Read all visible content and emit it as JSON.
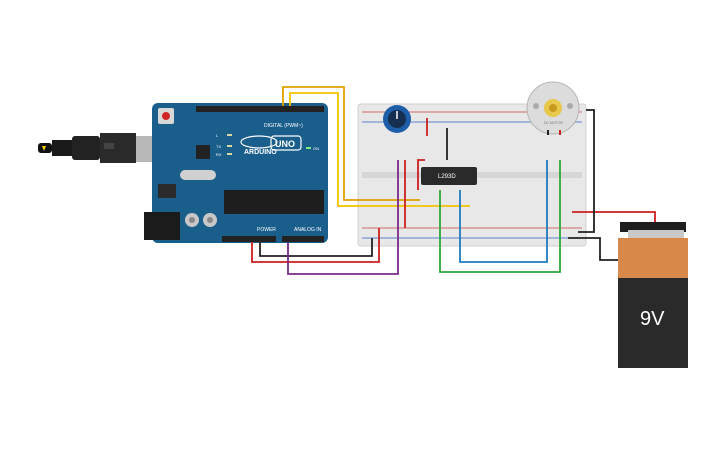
{
  "arduino": {
    "brand": "ARDUINO",
    "model": "UNO",
    "digital_header": "DIGITAL (PWM~)",
    "power_header": "POWER",
    "analog_header": "ANALOG IN",
    "led_on": "ON",
    "led_l": "L",
    "led_tx": "TX",
    "led_rx": "RX"
  },
  "driver_ic": {
    "label": "L293D"
  },
  "motor": {
    "label": "DC MOTOR"
  },
  "battery": {
    "label": "9V"
  },
  "colors": {
    "board": "#1a5e8c",
    "breadboard": "#e8e8e8",
    "wire_orange": "#e0a000",
    "wire_yellow": "#f2c300",
    "wire_red": "#cc1f1f",
    "wire_black": "#222222",
    "wire_purple": "#7a2a8a",
    "wire_blue": "#1e7bc0",
    "wire_green": "#2fa83a",
    "battery_top": "#d8894a",
    "battery_body": "#2a2a2a"
  }
}
